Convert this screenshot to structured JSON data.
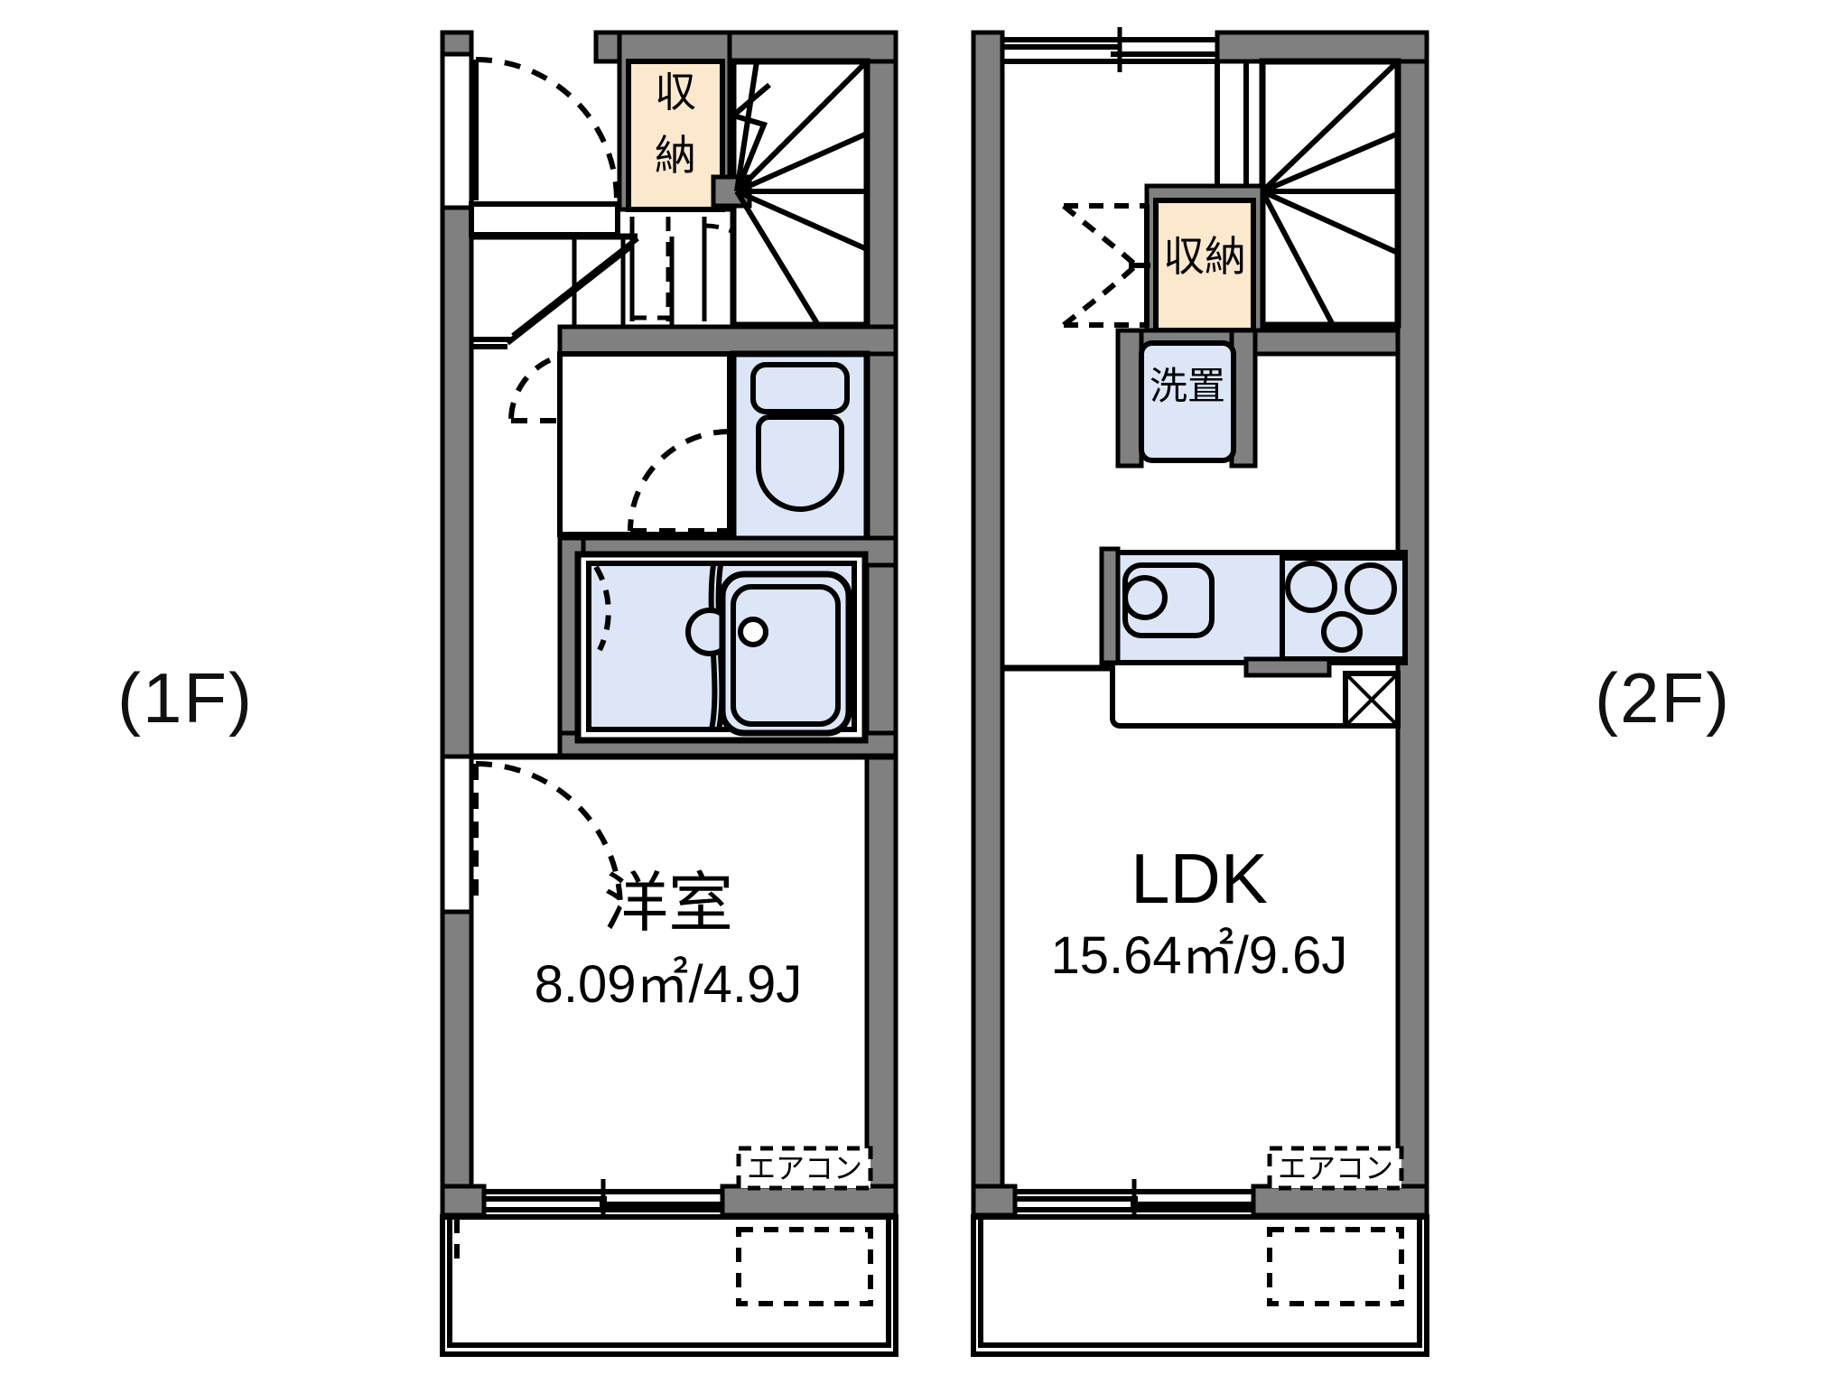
{
  "page": {
    "kind": "floor-plan",
    "title": "Maisonette apartment floor plan (1F / 2F)"
  },
  "colors": {
    "wall": "#808080",
    "wall_outline": "#000000",
    "storage_fill": "#fce8cd",
    "fixture_fill": "#dce6f7",
    "background": "#ffffff",
    "line": "#000000"
  },
  "floors": [
    {
      "id": "floor-1",
      "label": "(1F)",
      "rooms": [
        {
          "name": "洋室",
          "area": "8.09㎡/4.9J",
          "area_value": 8.09,
          "area_jo": 4.9
        }
      ],
      "features": [
        {
          "name": "収納",
          "type": "storage"
        },
        {
          "name": "stairs",
          "type": "spiral-stairs"
        },
        {
          "name": "entrance-door",
          "type": "swing-door"
        },
        {
          "name": "wash-basin",
          "type": "fixture"
        },
        {
          "name": "toilet",
          "type": "fixture"
        },
        {
          "name": "bath-unit",
          "type": "fixture"
        },
        {
          "name": "エアコン",
          "type": "aircon-label"
        },
        {
          "name": "window",
          "type": "window"
        },
        {
          "name": "entrance-porch",
          "type": "porch"
        }
      ],
      "aircon_label": "エアコン",
      "storage_label": "収納"
    },
    {
      "id": "floor-2",
      "label": "(2F)",
      "rooms": [
        {
          "name": "LDK",
          "area": "15.64㎡/9.6J",
          "area_value": 15.64,
          "area_jo": 9.6
        }
      ],
      "features": [
        {
          "name": "収納",
          "type": "storage"
        },
        {
          "name": "洗置",
          "type": "washer-space"
        },
        {
          "name": "stairs",
          "type": "spiral-stairs"
        },
        {
          "name": "kitchen-sink",
          "type": "fixture"
        },
        {
          "name": "kitchen-stove",
          "type": "fixture"
        },
        {
          "name": "エアコン",
          "type": "aircon-label"
        },
        {
          "name": "window",
          "type": "window"
        },
        {
          "name": "balcony",
          "type": "balcony"
        }
      ],
      "aircon_label": "エアコン",
      "storage_label": "収納",
      "washer_label": "洗置"
    }
  ]
}
